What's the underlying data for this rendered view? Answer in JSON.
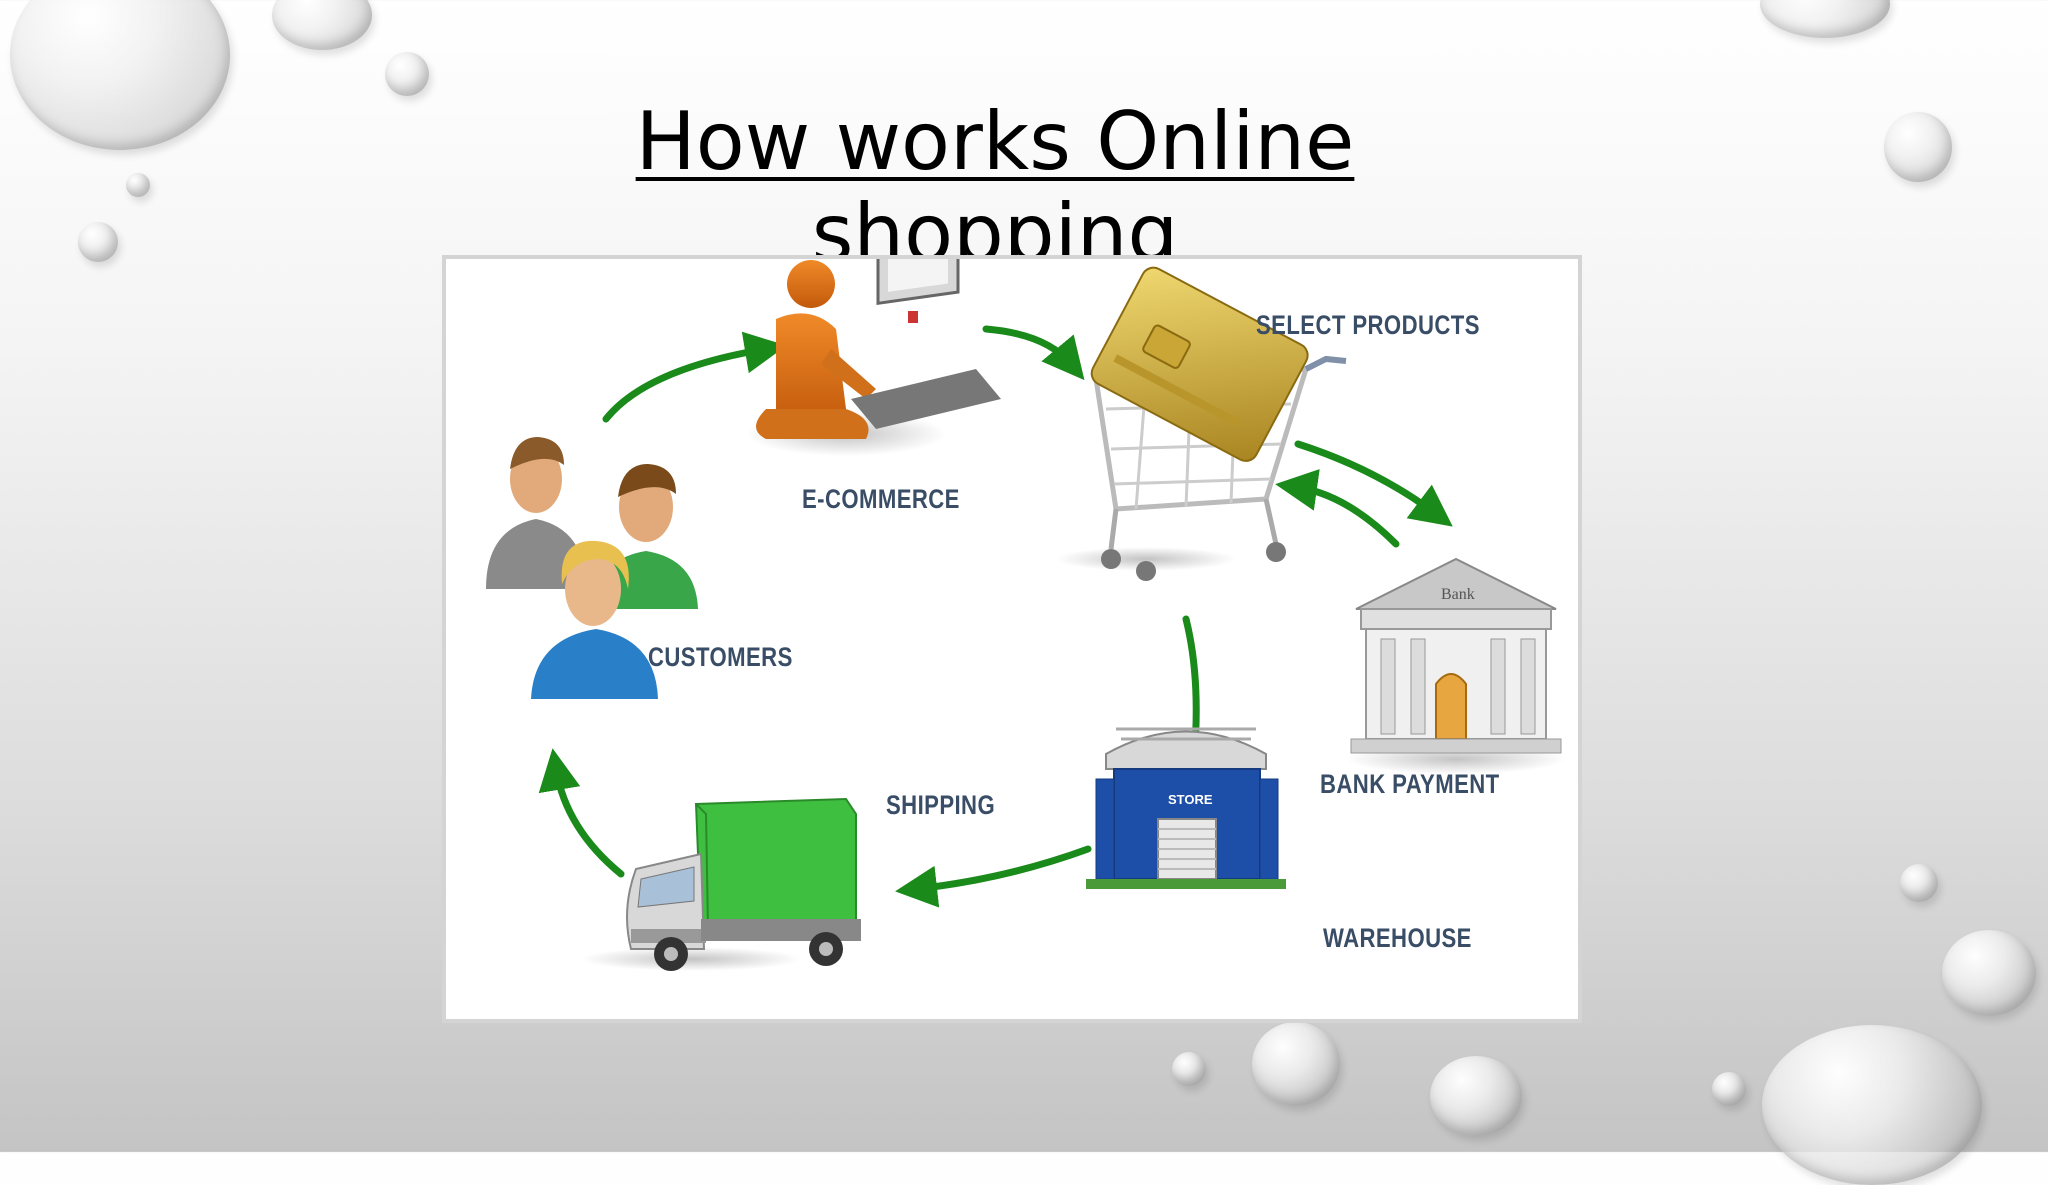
{
  "slide": {
    "title": "How works Online shopping"
  },
  "diagram": {
    "labels": {
      "ecommerce": "E-COMMERCE",
      "select_products": "SELECT PRODUCTS",
      "customers": "CUSTOMERS",
      "bank_payment": "BANK PAYMENT",
      "shipping": "SHIPPING",
      "warehouse": "WAREHOUSE",
      "bank_sign": "Bank",
      "store_sign": "STORE"
    }
  },
  "colors": {
    "arrow": "#1a8a1a",
    "label": "#3a4d66",
    "truck_cargo": "#3fbf3f",
    "warehouse": "#1e4fa8",
    "card": "#d8b640"
  }
}
